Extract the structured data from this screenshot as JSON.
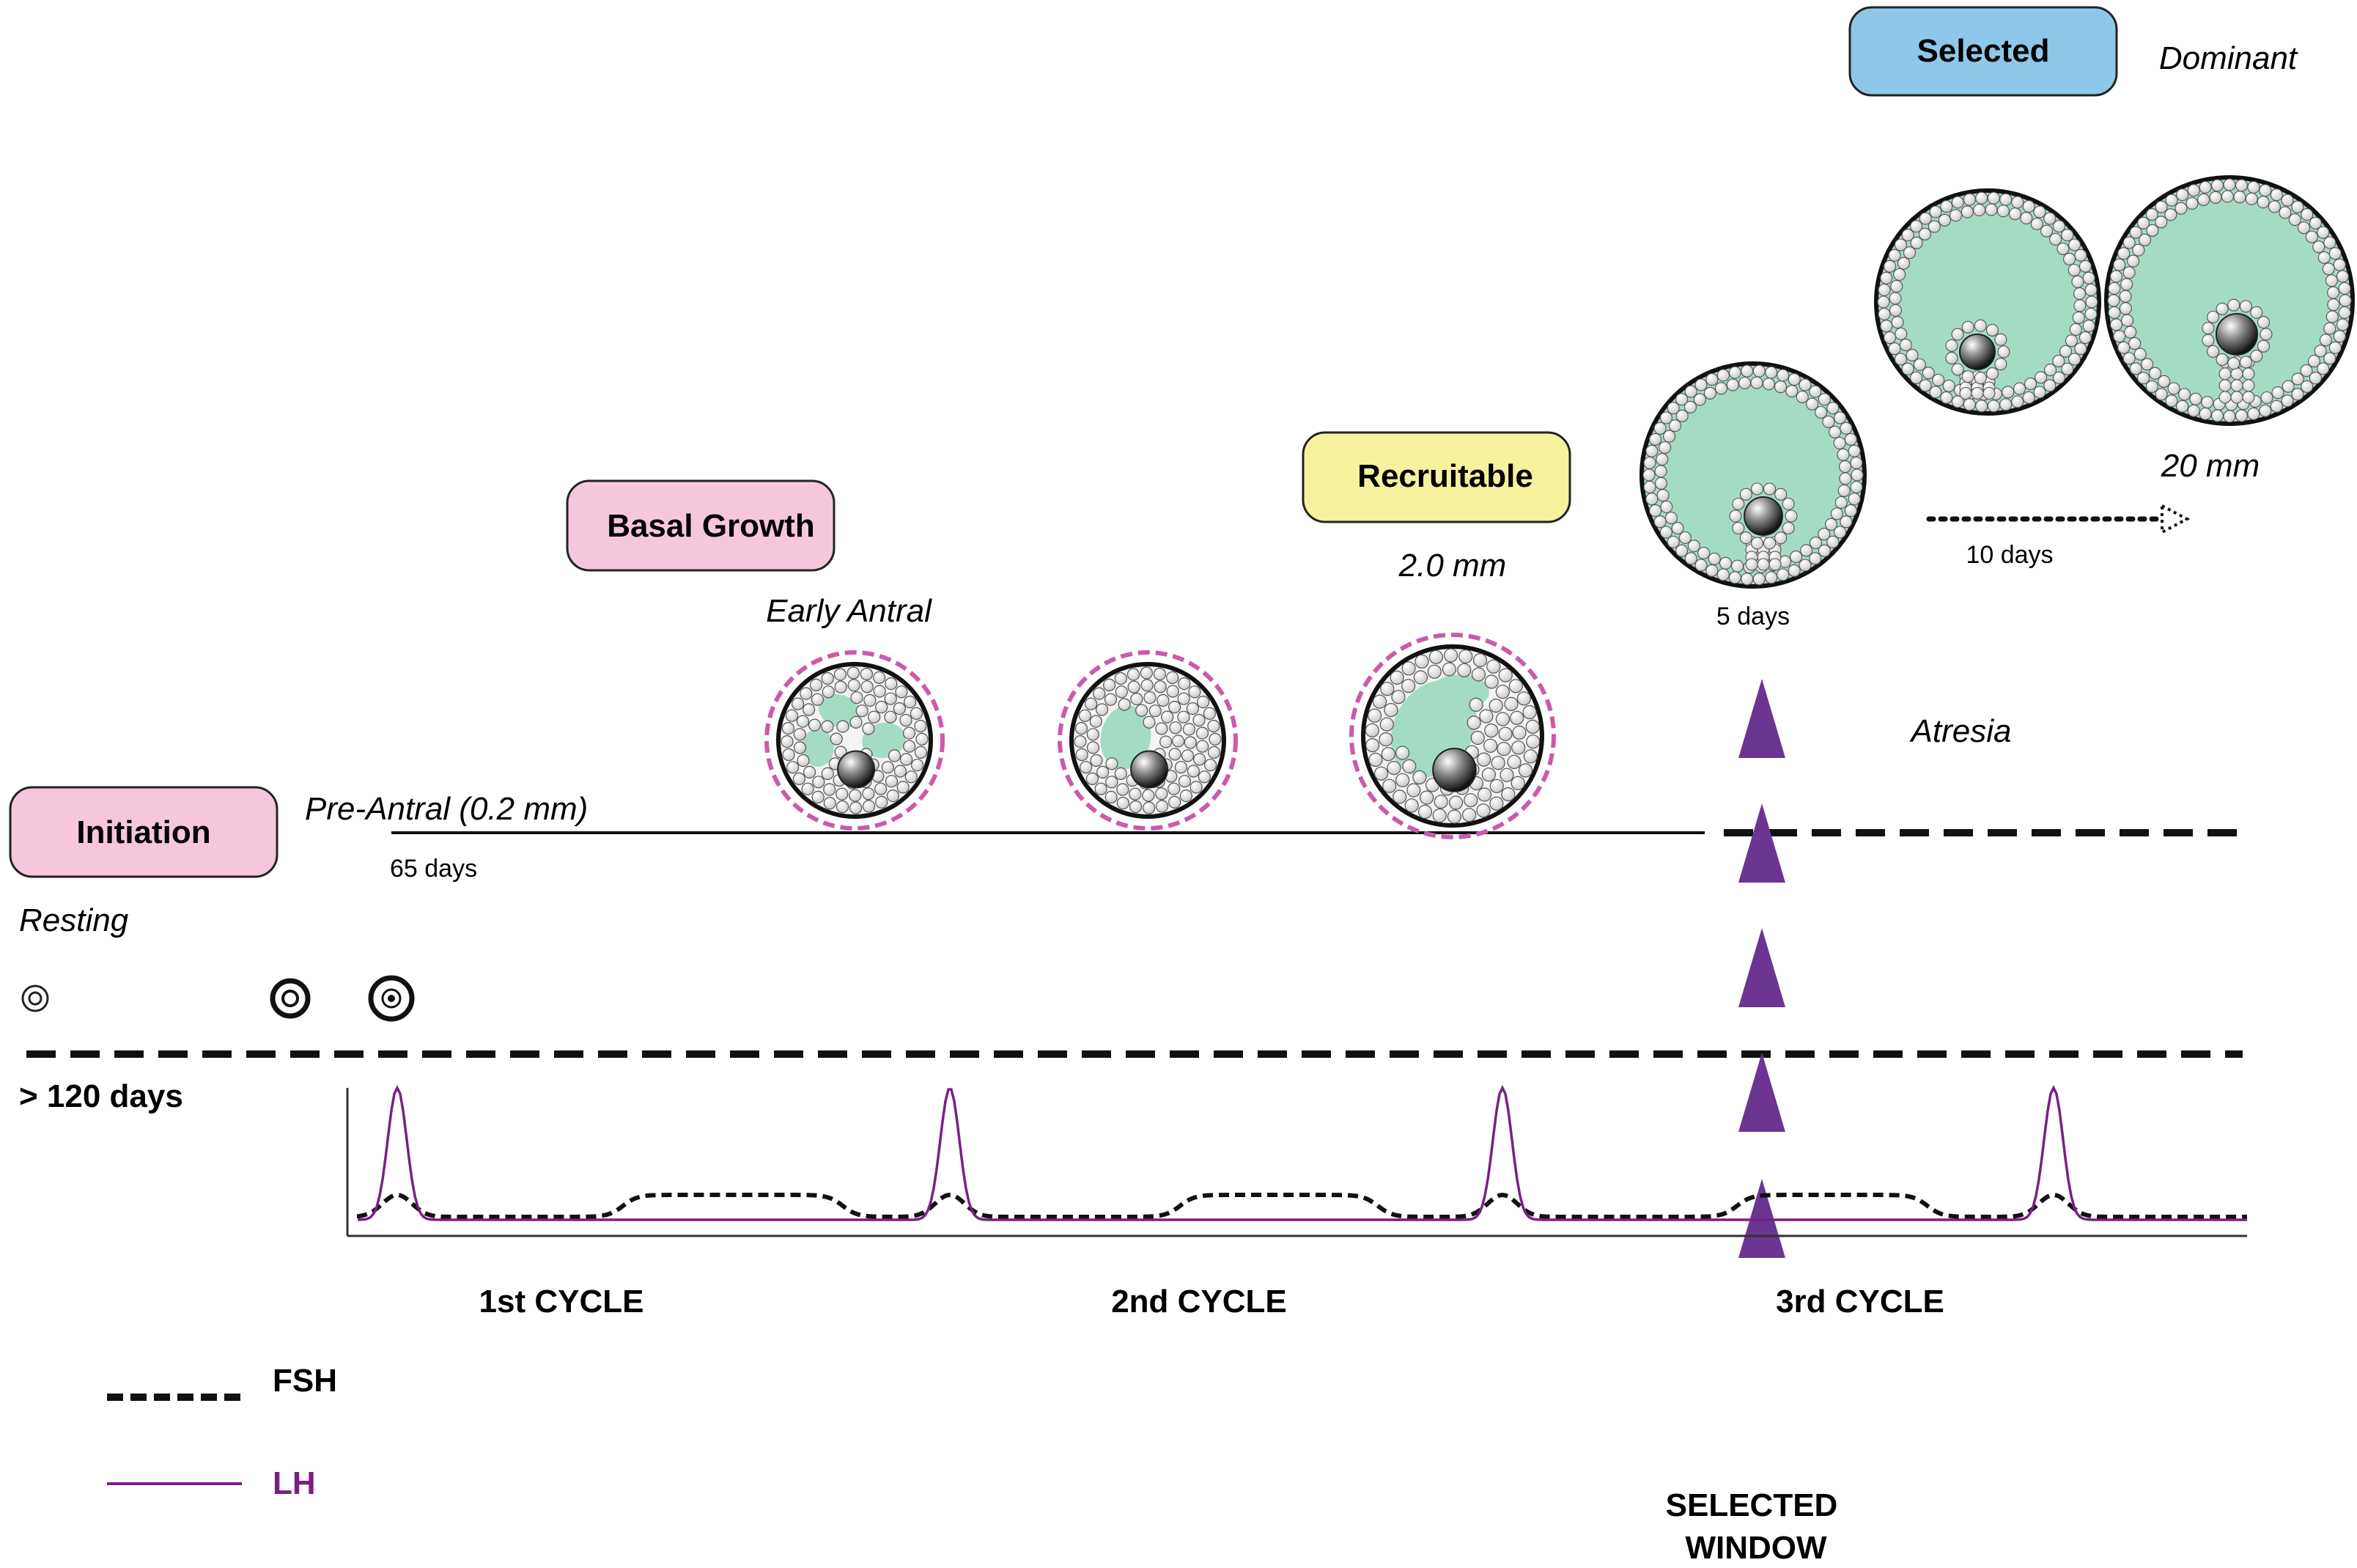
{
  "stages": {
    "initiation": "Initiation",
    "basal_growth": "Basal Growth",
    "recruitable": "Recruitable",
    "selected": "Selected"
  },
  "stage_colors": {
    "initiation": "#f6c6dc",
    "basal_growth": "#f6c6dc",
    "recruitable": "#f6f29e",
    "selected": "#8ec8e8"
  },
  "labels": {
    "resting": "Resting",
    "pre_antral": "Pre-Antral (0.2 mm)",
    "early_antral": "Early Antral",
    "size_recruitable": "2.0 mm",
    "dominant": "Dominant",
    "size_dominant": "20 mm",
    "atresia": "Atresia"
  },
  "durations": {
    "pre_antral_days": "65 days",
    "resting_days": "> 120 days",
    "selected_days": "5 days",
    "dominant_days": "10 days"
  },
  "cycles": [
    "1st CYCLE",
    "2nd CYCLE",
    "3rd CYCLE"
  ],
  "legend": {
    "fsh": "FSH",
    "lh": "LH"
  },
  "selected_window": [
    "SELECTED",
    "WINDOW"
  ],
  "colors": {
    "antrum": "#a3dcc3",
    "lh_line": "#7a1f86",
    "arrow_purple": "#6b3591",
    "dashed_ring": "#cc5aa8",
    "granulosa": "#e6e6e6"
  },
  "icons": {
    "follicle": "follicle-icon",
    "arrowhead": "arrowhead-icon",
    "oocyte": "oocyte-icon"
  }
}
